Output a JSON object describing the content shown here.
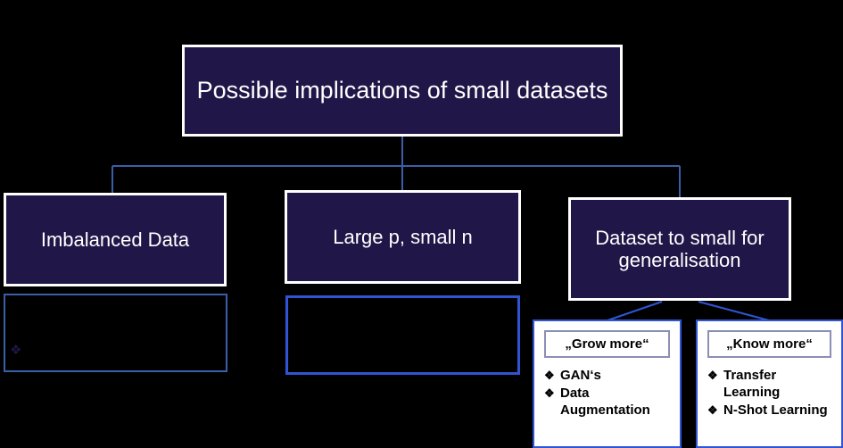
{
  "diagram": {
    "title_node": {
      "label": "Possible implications of small datasets"
    },
    "branches": [
      {
        "label": "Imbalanced Data"
      },
      {
        "label": "Large p, small n"
      },
      {
        "label": "Dataset to small for\ngeneralisation"
      }
    ],
    "placeholders": [
      {
        "name": "imbalanced-detail-box",
        "label": ""
      },
      {
        "name": "largep-detail-box",
        "label": ""
      }
    ],
    "stray_bullet_glyph": "❖",
    "leaf_panels": [
      {
        "header": "„Grow more“",
        "items": [
          {
            "bullet": "❖",
            "text": "GAN‘s"
          },
          {
            "bullet": "❖",
            "text": "Data\nAugmentation"
          }
        ]
      },
      {
        "header": "„Know more“",
        "items": [
          {
            "bullet": "❖",
            "text": "Transfer\nLearning"
          },
          {
            "bullet": "❖",
            "text": "N-Shot Learning"
          }
        ]
      }
    ],
    "colors": {
      "background": "#000000",
      "node_fill": "#211648",
      "node_border": "#ffffff",
      "node_text": "#ffffff",
      "connector": "#3a5fa8",
      "connector_bright": "#2f55d4",
      "panel_background": "#ffffff",
      "panel_text": "#000000",
      "panel_header_border": "#8b8fb5"
    }
  }
}
